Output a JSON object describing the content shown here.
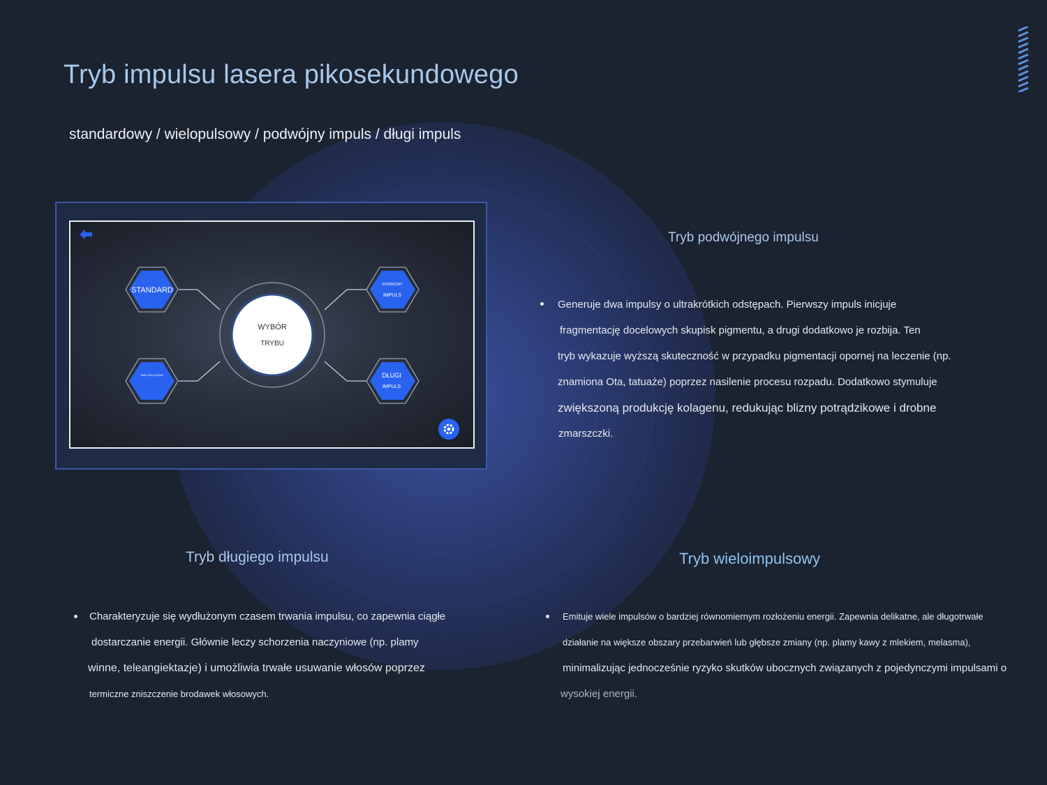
{
  "page": {
    "title": "Tryb impulsu lasera pikosekundowego",
    "subtitle": "standardowy / wielopulsowy / podwójny impuls / długi impuls"
  },
  "device_screen": {
    "center_line1": "WYBÓR",
    "center_line2": "TRYBU",
    "btn_standard": "STANDARD",
    "btn_double_line1": "PODWÓJNY",
    "btn_double_line2": "IMPULS",
    "btn_multi": "WIELOPULSOWY",
    "btn_long_line1": "DŁUGI",
    "btn_long_line2": "IMPULS",
    "icons": [
      "back-arrow-icon",
      "gear-icon"
    ]
  },
  "sections": {
    "double": {
      "heading": "Tryb podwójnego impulsu",
      "lines": [
        "Generuje dwa impulsy o ultrakrótkich odstępach. Pierwszy impuls inicjuje",
        "fragmentację docelowych skupisk pigmentu, a drugi dodatkowo je rozbija. Ten",
        "tryb wykazuje wyższą skuteczność w przypadku pigmentacji opornej na leczenie (np.",
        "znamiona Ota, tatuaże) poprzez nasilenie procesu rozpadu. Dodatkowo stymuluje",
        "zwiększoną produkcję kolagenu, redukując blizny potrądzikowe i drobne",
        "zmarszczki."
      ]
    },
    "long": {
      "heading": "Tryb długiego impulsu",
      "lines": [
        "Charakteryzuje się wydłużonym czasem trwania impulsu, co zapewnia ciągłe",
        "dostarczanie energii. Głównie leczy schorzenia naczyniowe (np. plamy",
        "winne, teleangiektazje) i umożliwia trwałe usuwanie włosów poprzez",
        "termiczne zniszczenie brodawek włosowych."
      ]
    },
    "multi": {
      "heading": "Tryb wieloimpulsowy",
      "lines": [
        "Emituje wiele impulsów o bardziej równomiernym rozłożeniu energii. Zapewnia delikatne, ale długotrwałe",
        "działanie na większe obszary przebarwień lub głębsze zmiany (np. plamy kawy z mlekiem, melasma),",
        "minimalizując jednocześnie ryzyko skutków ubocznych związanych z pojedynczymi impulsami o",
        "wysokiej energii."
      ]
    }
  },
  "colors": {
    "background": "#1b2230",
    "accent": "#a9c8ea",
    "button_blue": "#2a62f0"
  }
}
